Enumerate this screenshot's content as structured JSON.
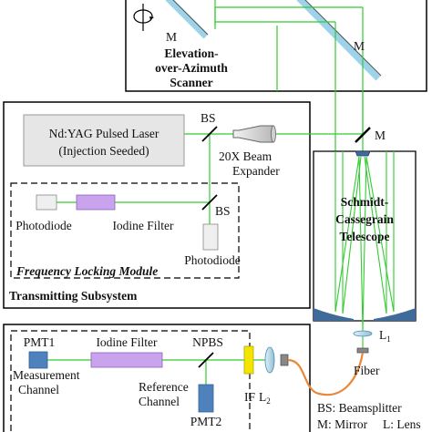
{
  "scanner": {
    "mirror_left": "M",
    "mirror_right": "M",
    "title_line1": "Elevation-",
    "title_line2": "over-Azimuth",
    "title_line3": "Scanner"
  },
  "transmitter": {
    "laser_line1": "Nd:YAG Pulsed Laser",
    "laser_line2": "(Injection Seeded)",
    "bs1": "BS",
    "expander_line1": "20X Beam",
    "expander_line2": "Expander",
    "bs2": "BS",
    "photodiode_left": "Photodiode",
    "iodine_filter": "Iodine Filter",
    "photodiode_right": "Photodiode",
    "module_title": "Frequency Locking Module",
    "subsystem_title": "Transmitting Subsystem"
  },
  "telescope": {
    "mirror": "M",
    "title_line1": "Schmidt-",
    "title_line2": "Cassegrain",
    "title_line3": "Telescope",
    "lens_main": "L",
    "lens_sub": "1"
  },
  "receiver": {
    "pmt1": "PMT1",
    "iodine_filter": "Iodine Filter",
    "npbs": "NPBS",
    "measurement_line1": "Measurement",
    "measurement_line2": "Channel",
    "reference_line1": "Reference",
    "reference_line2": "Channel",
    "pmt2": "PMT2",
    "if_label": "IF",
    "lens_main": "L",
    "lens_sub": "2",
    "fiber": "Fiber"
  },
  "legend": {
    "bs": "BS: Beamsplitter",
    "m": "M: Mirror",
    "l": "L: Lens"
  },
  "colors": {
    "beam": "#33cc33",
    "fiber": "#e8883a",
    "laser_box": "#e6e6e6",
    "iodine_cell": "#c9a3ee",
    "pmt": "#4f81bd",
    "telescope_mirror": "#3f6a9a",
    "filter_if": "#f2e600",
    "mirror_blue": "#9dd3ea"
  }
}
